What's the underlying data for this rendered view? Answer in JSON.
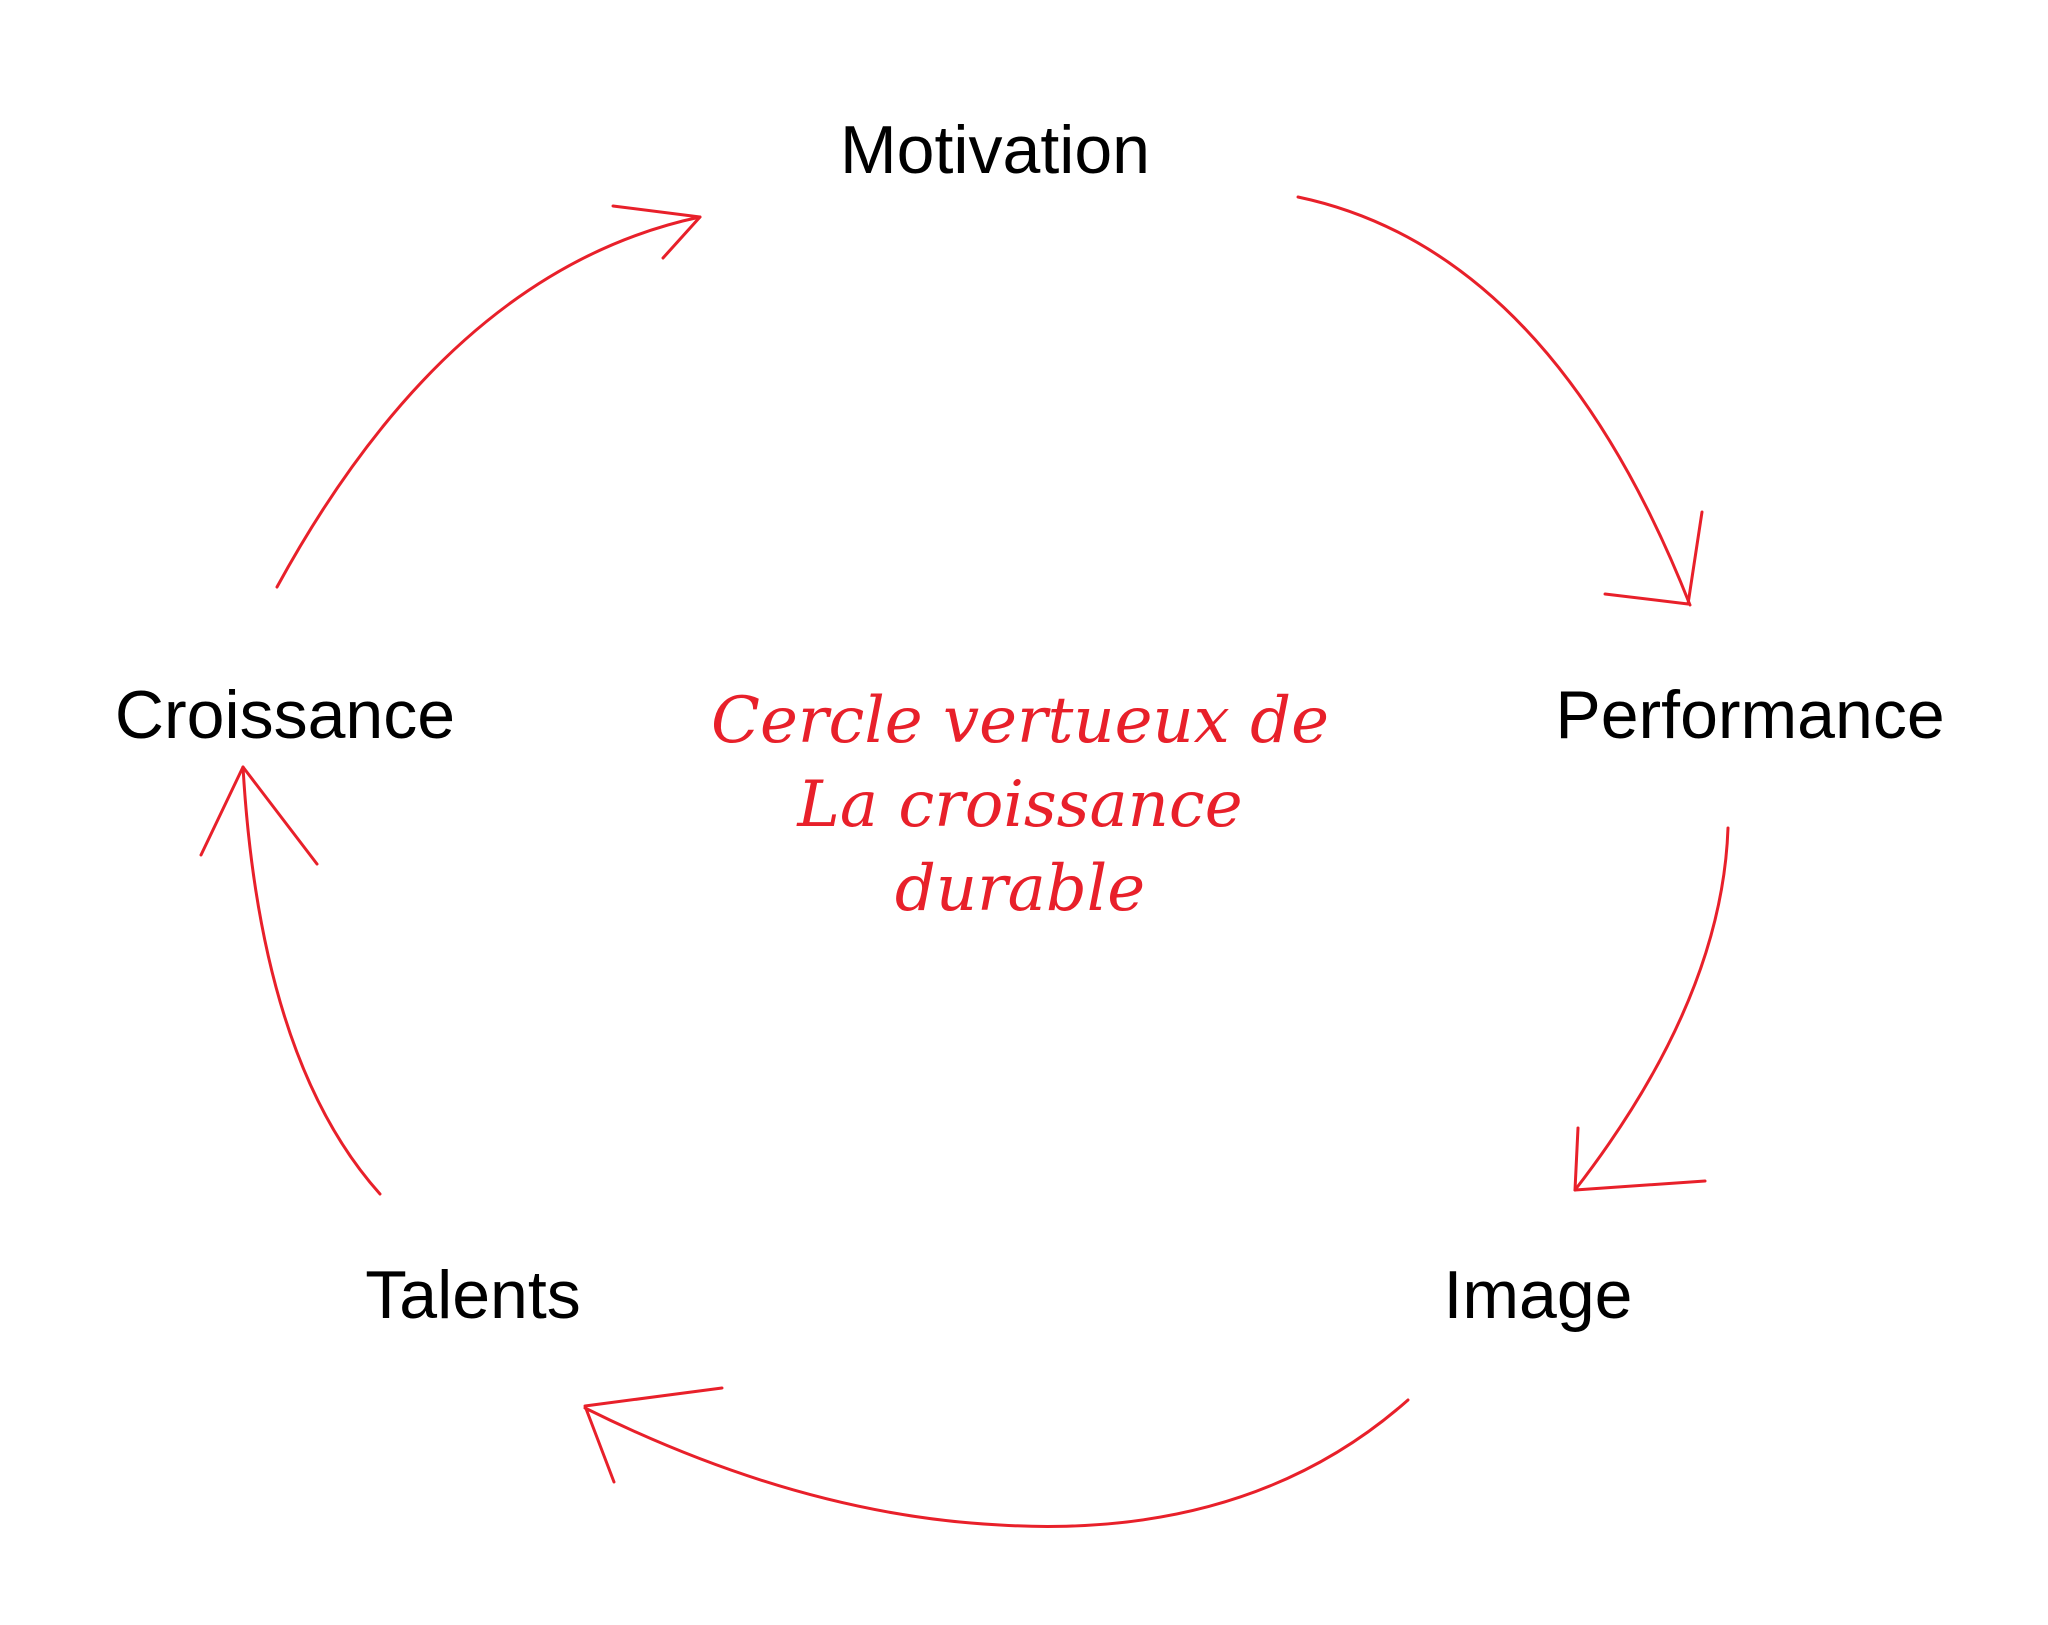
{
  "diagram": {
    "nodes": {
      "motivation": "Motivation",
      "performance": "Performance",
      "image": "Image",
      "talents": "Talents",
      "croissance": "Croissance"
    },
    "center": {
      "line1": "Cercle vertueux de",
      "line2": "La croissance",
      "line3": "durable"
    },
    "flow": [
      {
        "from": "Motivation",
        "to": "Performance"
      },
      {
        "from": "Performance",
        "to": "Image"
      },
      {
        "from": "Image",
        "to": "Talents"
      },
      {
        "from": "Talents",
        "to": "Croissance"
      },
      {
        "from": "Croissance",
        "to": "Motivation"
      }
    ],
    "colors": {
      "arrow": "#e8202a",
      "center_text": "#e8202a",
      "labels": "#000000",
      "background": "#ffffff"
    }
  }
}
